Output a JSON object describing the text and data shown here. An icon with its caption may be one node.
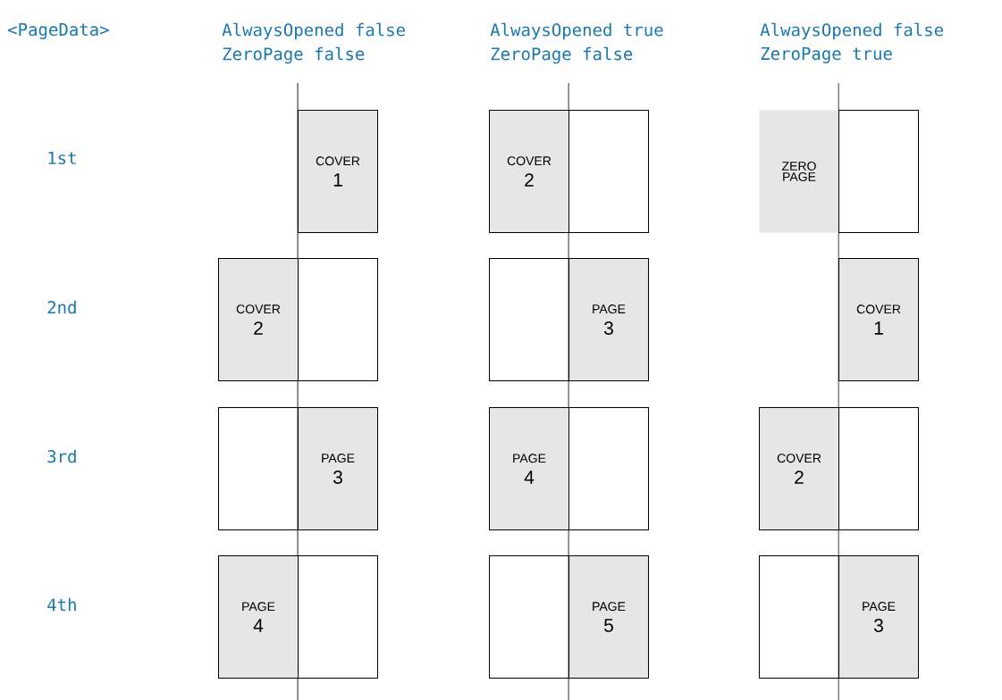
{
  "diagram": {
    "nodes": [
      {
        "text": [
          "COVER",
          "1"
        ]
      },
      {
        "text": [
          "COVER",
          "2"
        ]
      },
      {
        "text": [],
        "shape": "box"
      },
      {
        "text": [
          "ZERO PAGE"
        ]
      },
      {
        "text": [],
        "shape": "box"
      },
      {
        "text": [
          "COVER",
          "2"
        ]
      },
      {
        "text": [],
        "shape": "box"
      },
      {
        "text": [],
        "shape": "box"
      },
      {
        "text": [
          "PAGE",
          "3"
        ]
      },
      {
        "text": [
          "COVER",
          "1"
        ]
      },
      {
        "text": [],
        "shape": "box"
      },
      {
        "text": [
          "PAGE",
          "3"
        ]
      },
      {
        "text": [
          "PAGE",
          "4"
        ]
      },
      {
        "text": [],
        "shape": "box"
      },
      {
        "text": [
          "COVER",
          "2"
        ]
      },
      {
        "text": [],
        "shape": "box"
      },
      {
        "text": [
          "PAGE",
          "4"
        ]
      },
      {
        "text": [],
        "shape": "box"
      },
      {
        "text": [],
        "shape": "box"
      },
      {
        "text": [
          "PAGE",
          "5"
        ]
      },
      {
        "text": [],
        "shape": "box"
      },
      {
        "text": [
          "PAGE",
          "3"
        ]
      }
    ],
    "labels": [
      "<PageData>",
      "AlwaysOpened false",
      "ZeroPage false",
      "AlwaysOpened true",
      "ZeroPage false",
      "AlwaysOpened false",
      "ZeroPage true",
      "1st",
      "2nd",
      "3rd",
      "4th"
    ]
  }
}
